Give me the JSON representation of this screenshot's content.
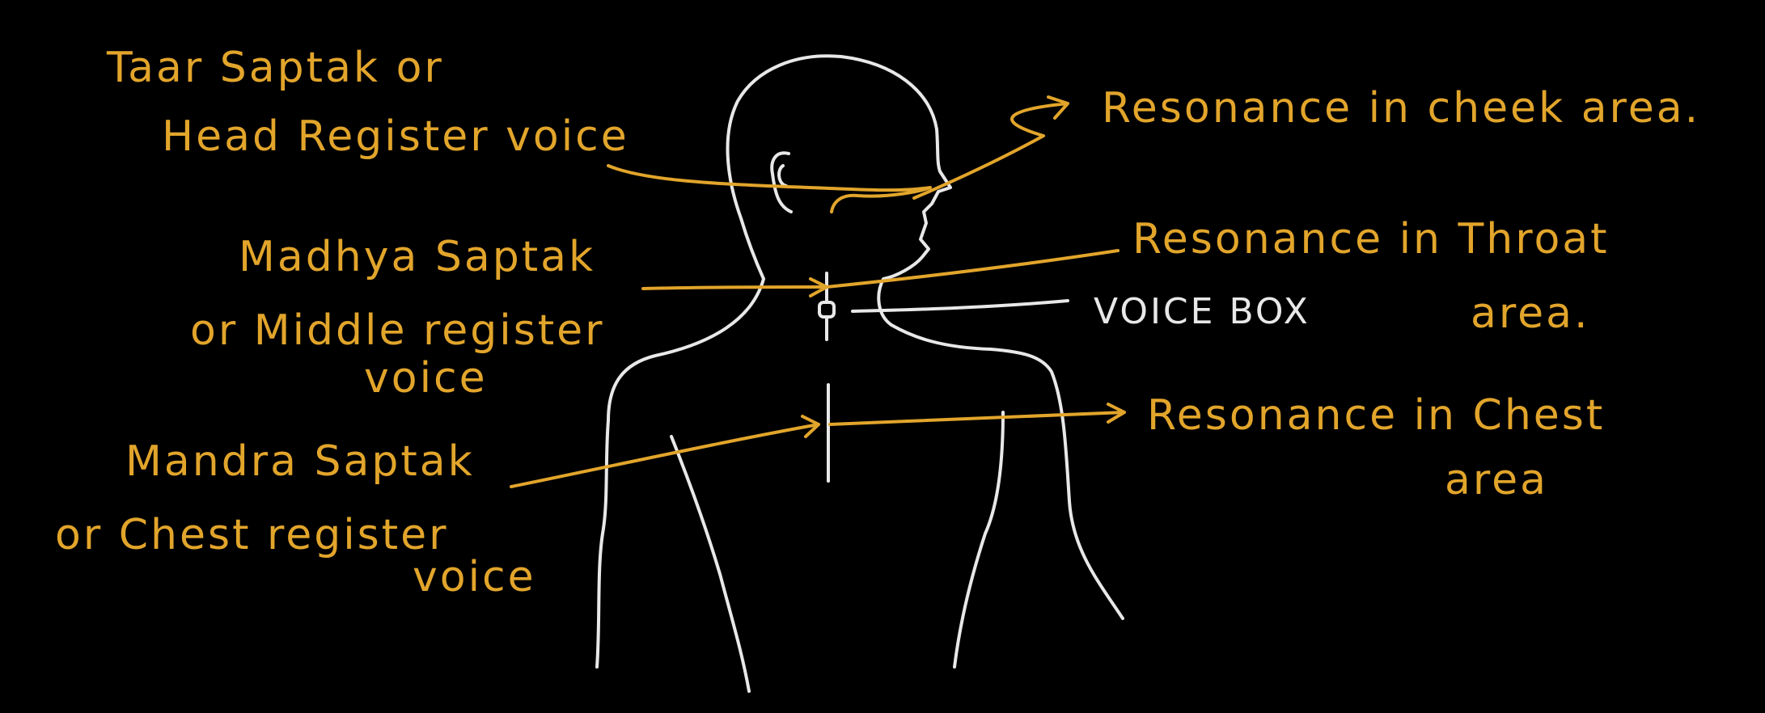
{
  "diagram": {
    "colors": {
      "background": "#000000",
      "ink_label": "#e2a52b",
      "ink_figure": "#e8e8e8"
    },
    "left_labels": [
      {
        "id": "head",
        "lines": [
          "Taar Saptak or",
          "Head Register voice"
        ]
      },
      {
        "id": "middle",
        "lines": [
          "Madhya Saptak",
          "or Middle register",
          "voice"
        ]
      },
      {
        "id": "chest",
        "lines": [
          "Mandra Saptak",
          "or Chest register",
          "voice"
        ]
      }
    ],
    "right_labels": [
      {
        "id": "cheek",
        "lines": [
          "Resonance in cheek area."
        ]
      },
      {
        "id": "throat",
        "lines": [
          "Resonance in Throat",
          "area."
        ]
      },
      {
        "id": "chest",
        "lines": [
          "Resonance in Chest",
          "area"
        ]
      }
    ],
    "voice_box_label": "VOICE BOX"
  }
}
